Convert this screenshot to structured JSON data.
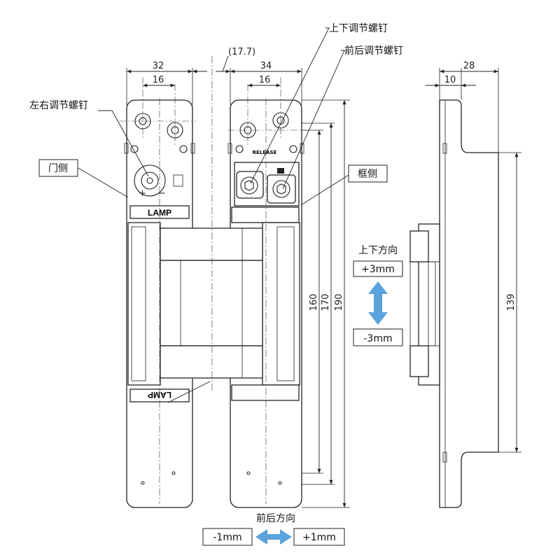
{
  "dimensions": {
    "w_left": "32",
    "w_left_hole": "16",
    "gap": "(17.7)",
    "w_right": "34",
    "w_right_hole": "16",
    "h_160": "160",
    "h_170": "170",
    "h_190": "190",
    "side_28": "28",
    "side_10": "10",
    "side_139": "139"
  },
  "labels": {
    "lr_screw": "左右调节螺钉",
    "ud_screw": "上下调节螺钉",
    "fb_screw": "前后调节螺钉",
    "door_side": "门侧",
    "frame_side": "框侧",
    "ud_direction": "上下方向",
    "fb_direction": "前后方向",
    "plus3": "+3mm",
    "minus3": "-3mm",
    "minus1": "-1mm",
    "plus1": "+1mm"
  },
  "marks": {
    "logo_top": "LAMP",
    "logo_bottom": "LAMP",
    "release": "RELEASE"
  },
  "colors": {
    "arrow": "#5aa3dc",
    "line": "#222222"
  }
}
